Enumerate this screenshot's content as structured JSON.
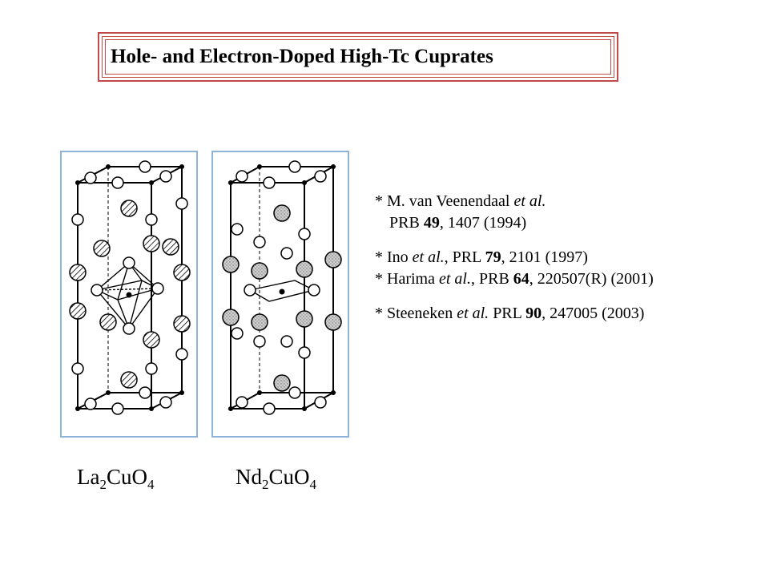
{
  "title": "Hole- and Electron-Doped High-Tc Cuprates",
  "formulas": [
    {
      "el1": "La",
      "n1": "2",
      "el2": "CuO",
      "n2": "4"
    },
    {
      "el1": "Nd",
      "n1": "2",
      "el2": "CuO",
      "n2": "4"
    }
  ],
  "references": {
    "r1": {
      "star": "* ",
      "a": "M. van Veenendaal ",
      "it": "et al."
    },
    "r1b": {
      "a": "PRB ",
      "vol": "49",
      "b": ", 1407 (1994)"
    },
    "r2": {
      "star": "* ",
      "a": "Ino ",
      "it": "et al.",
      "b": ", PRL ",
      "vol": "79",
      "c": ", 2101 (1997)"
    },
    "r3": {
      "star": "* ",
      "a": "Harima ",
      "it": "et al.",
      "b": ", PRB ",
      "vol": "64",
      "c": ", 220507(R) (2001)"
    },
    "r4": {
      "star": "* ",
      "a": "Steeneken ",
      "it": "et al.",
      "b": " PRL ",
      "vol": "90",
      "c": ", 247005 (2003)"
    }
  }
}
